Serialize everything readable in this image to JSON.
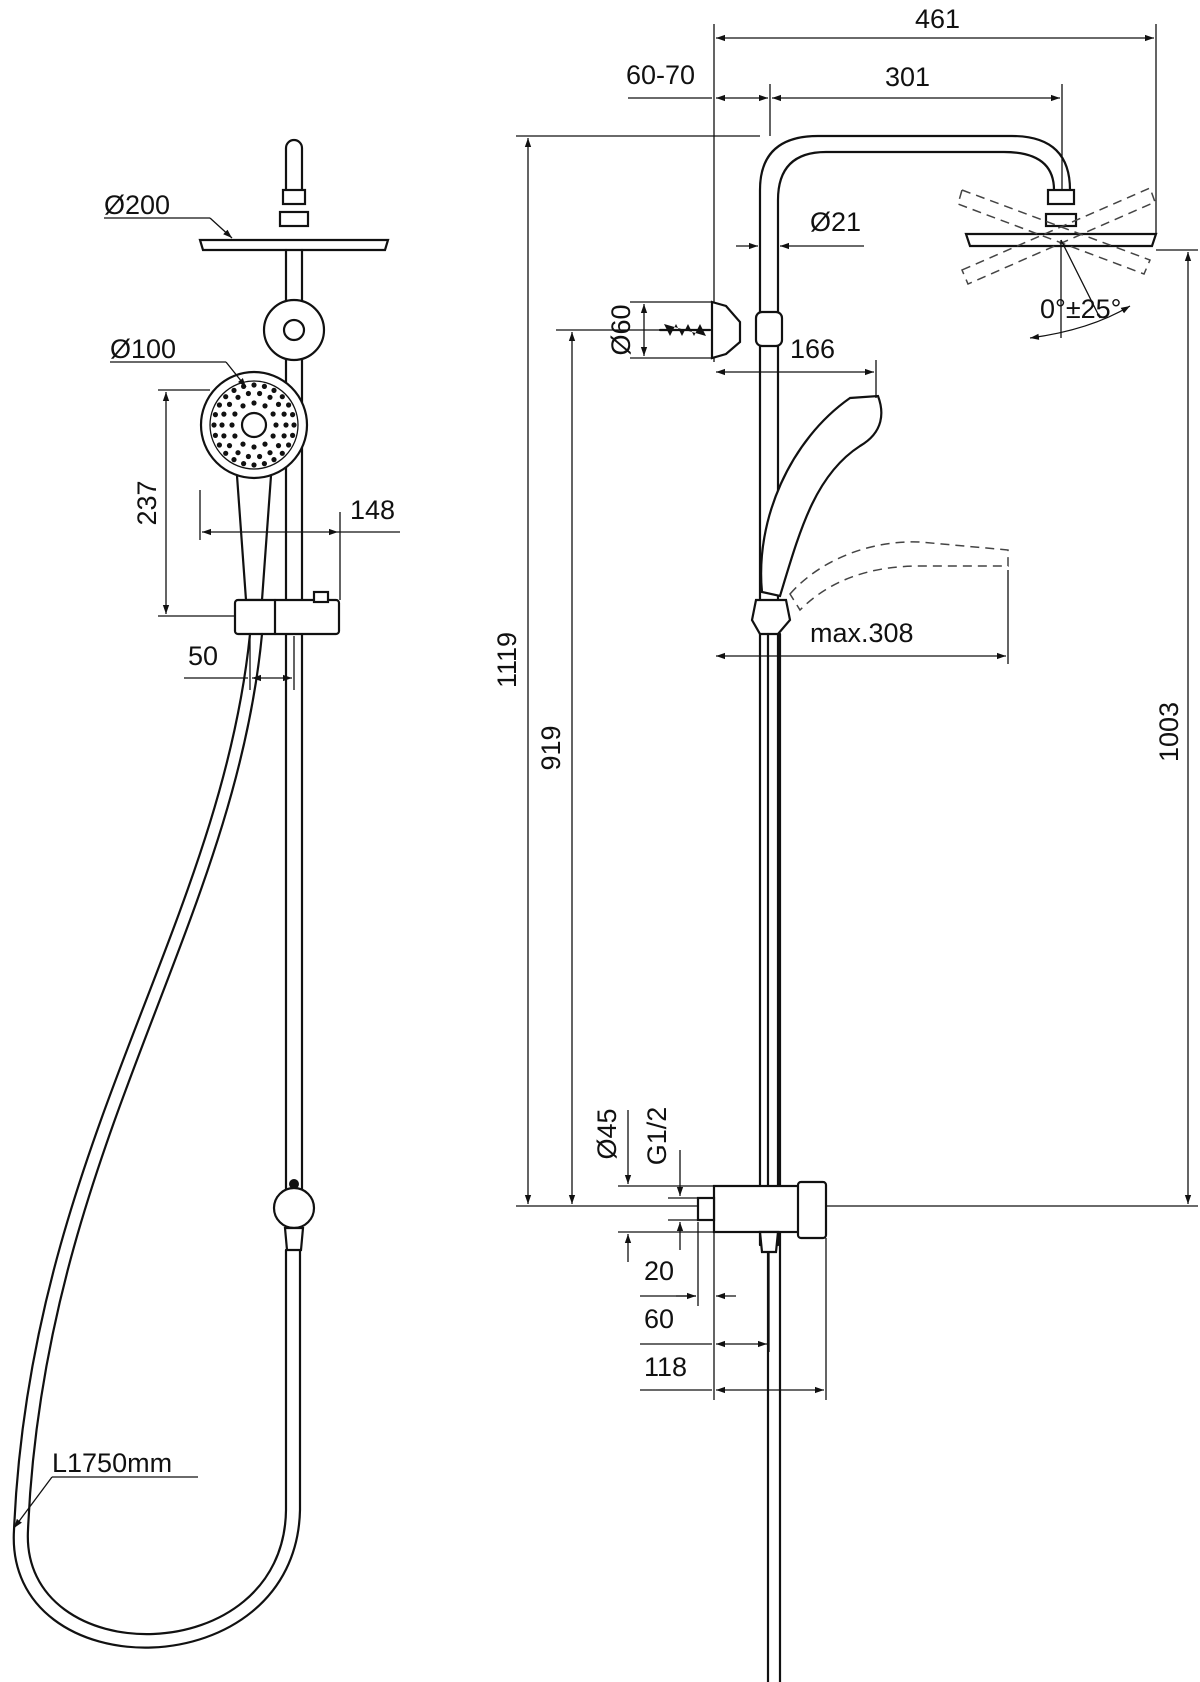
{
  "colors": {
    "line": "#111111",
    "background": "#ffffff"
  },
  "front_view": {
    "head_diameter": "Ø200",
    "hand_shower_diameter": "Ø100",
    "hand_shower_height": "237",
    "holder_projection": "148",
    "hose_offset": "50",
    "hose_length": "L1750mm"
  },
  "side_view": {
    "total_projection": "461",
    "wall_gap": "60-70",
    "arm_length": "301",
    "pipe_diameter": "Ø21",
    "bracket_diameter": "Ø60",
    "holder_projection": "166",
    "head_tilt": "0°±25°",
    "max_projection": "max.308",
    "total_height": "1119",
    "bracket_height": "919",
    "head_height": "1003",
    "connector_diameter": "Ø45",
    "thread": "G1/2",
    "dim_20": "20",
    "dim_60": "60",
    "dim_118": "118"
  }
}
